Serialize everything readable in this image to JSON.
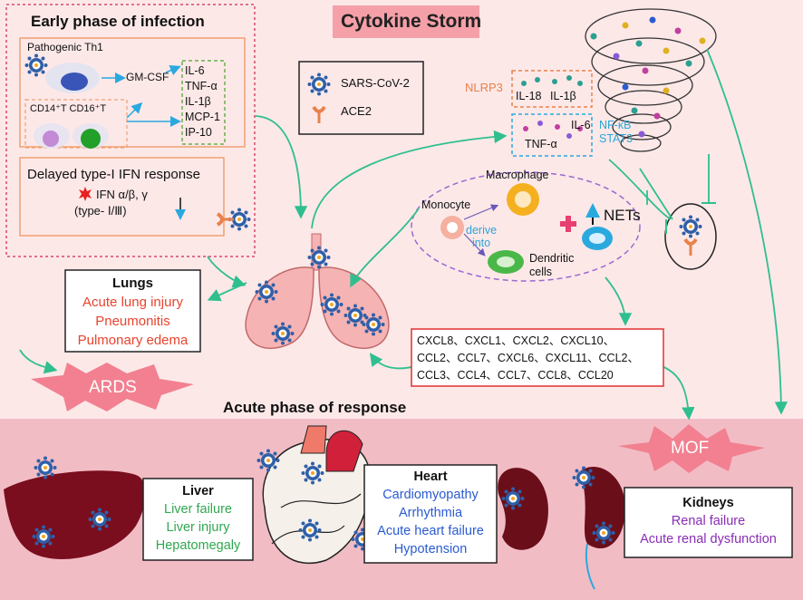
{
  "title": "Cytokine Storm",
  "early_phase": {
    "heading": "Early phase of infection",
    "pathogenic_th1": "Pathogenic Th1",
    "gm_csf": "GM-CSF",
    "cd_cells": "CD14⁺T CD16⁺T",
    "cytokines": [
      "IL-6",
      "TNF-α",
      "IL-1β",
      "MCP-1",
      "IP-10"
    ],
    "ifn_heading": "Delayed type-I IFN response",
    "ifn_line1": "IFN α/β, γ",
    "ifn_line2": "(type- Ⅰ/Ⅲ)"
  },
  "legend": {
    "virus": "SARS-CoV-2",
    "receptor": "ACE2"
  },
  "inflammasome": {
    "nlrp3": "NLRP3",
    "il18": "IL-18",
    "il1b": "IL-1β",
    "il6": "IL-6",
    "tnfa": "TNF-α",
    "nfkb": "NF-κB",
    "stat3": "STAT3"
  },
  "immune_cells": {
    "macrophage": "Macrophage",
    "monocyte": "Monocyte",
    "derive_into": "derive\ninto",
    "dendritic": "Dendritic\ncells",
    "nets": "NETs"
  },
  "lungs": {
    "heading": "Lungs",
    "items": [
      "Acute lung injury",
      "Pneumonitis",
      "Pulmonary edema"
    ]
  },
  "ards": "ARDS",
  "chemokines": [
    "CXCL8、CXCL1、CXCL2、CXCL10、",
    "CCL2、CCL7、CXCL6、CXCL11、CCL2、",
    "CCL3、CCL4、CCL7、CCL8、CCL20"
  ],
  "acute_phase": "Acute phase of response",
  "mof": "MOF",
  "liver": {
    "heading": "Liver",
    "items": [
      "Liver failure",
      "Liver injury",
      "Hepatomegaly"
    ]
  },
  "heart": {
    "heading": "Heart",
    "items": [
      "Cardiomyopathy",
      "Arrhythmia",
      "Acute heart failure",
      "Hypotension"
    ]
  },
  "kidneys": {
    "heading": "Kidneys",
    "items": [
      "Renal failure",
      "Acute renal dysfunction"
    ]
  },
  "colors": {
    "arrow_green": "#2fbf8f",
    "arrow_blue": "#2aa9df",
    "organ_red": "#7a0e1e",
    "lung_pink": "#f6b3b3",
    "virus_blue": "#2f5fa8",
    "text_red": "#e8432d",
    "text_green": "#2fa84f",
    "text_blue": "#2a5bd1",
    "text_purple": "#8a2db5"
  }
}
